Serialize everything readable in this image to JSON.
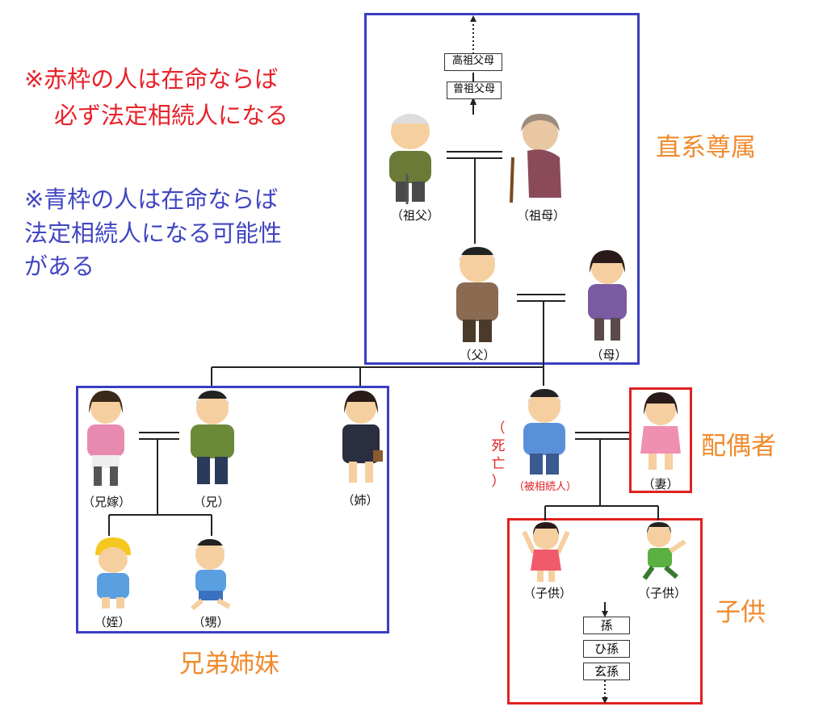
{
  "notes": {
    "red_line1": "※赤枠の人は在命ならば",
    "red_line2": "必ず法定相続人になる",
    "blue_line1": "※青枠の人は在命ならば",
    "blue_line2": "法定相続人になる可能性",
    "blue_line3": "がある"
  },
  "categories": {
    "ascendants": "直系尊属",
    "spouse": "配偶者",
    "children": "子供",
    "siblings": "兄弟姉妹"
  },
  "ancestors": {
    "great_great": "高祖父母",
    "great": "曾祖父母"
  },
  "people": {
    "grandfather": "（祖父）",
    "grandmother": "（祖母）",
    "father": "（父）",
    "mother": "（母）",
    "deceased": "（被相続人）",
    "deceased_mark": [
      "（",
      "死",
      "亡",
      "）"
    ],
    "wife": "（妻）",
    "brother_wife": "（兄嫁）",
    "brother": "（兄）",
    "sister": "（姉）",
    "niece": "（姪）",
    "nephew": "（甥）",
    "child1": "（子供）",
    "child2": "（子供）"
  },
  "descendants": {
    "grandchild": "孫",
    "great_grandchild": "ひ孫",
    "great_great_grandchild": "玄孫"
  },
  "colors": {
    "red_frame": "#e02020",
    "blue_frame": "#3a3fc0",
    "category_orange": "#f08a2c"
  }
}
